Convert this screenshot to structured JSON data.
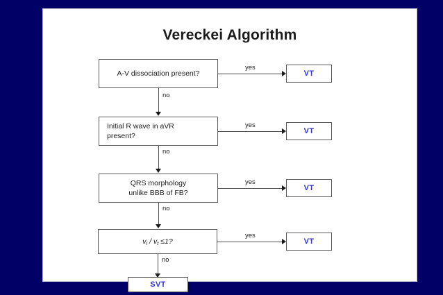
{
  "slide": {
    "background_color": "#000066",
    "canvas_color": "#ffffff",
    "title": "Vereckei Algorithm"
  },
  "chart_data": {
    "type": "diagram",
    "diagram_kind": "flowchart",
    "title": "Vereckei Algorithm",
    "orientation": "top-to-bottom",
    "decision_text_color": "#1a1a1a",
    "terminal_text_color": "#3333cc",
    "nodes": [
      {
        "id": "d1",
        "kind": "decision",
        "label": "A-V dissociation present?",
        "align": "center"
      },
      {
        "id": "d2",
        "kind": "decision",
        "label": "Initial R wave in aVR present?",
        "align": "left",
        "lines": [
          "Initial R wave in aVR",
          "present?"
        ]
      },
      {
        "id": "d3",
        "kind": "decision",
        "label": "QRS morphology unlike BBB of FB?",
        "align": "center",
        "lines": [
          "QRS morphology",
          "unlike BBB of FB?"
        ]
      },
      {
        "id": "d4",
        "kind": "decision",
        "label": "vi / vt ≤1?",
        "align": "center",
        "numerator": "v",
        "numerator_sub": "i",
        "denominator": "v",
        "denominator_sub": "t",
        "comparator": "≤1?"
      },
      {
        "id": "t1",
        "kind": "terminal",
        "label": "VT"
      },
      {
        "id": "t2",
        "kind": "terminal",
        "label": "VT"
      },
      {
        "id": "t3",
        "kind": "terminal",
        "label": "VT"
      },
      {
        "id": "t4",
        "kind": "terminal",
        "label": "VT"
      },
      {
        "id": "t5",
        "kind": "terminal",
        "label": "SVT"
      }
    ],
    "edges": [
      {
        "from": "d1",
        "to": "t1",
        "label": "yes",
        "direction": "right"
      },
      {
        "from": "d1",
        "to": "d2",
        "label": "no",
        "direction": "down"
      },
      {
        "from": "d2",
        "to": "t2",
        "label": "yes",
        "direction": "right"
      },
      {
        "from": "d2",
        "to": "d3",
        "label": "no",
        "direction": "down"
      },
      {
        "from": "d3",
        "to": "t3",
        "label": "yes",
        "direction": "right"
      },
      {
        "from": "d3",
        "to": "d4",
        "label": "no",
        "direction": "down"
      },
      {
        "from": "d4",
        "to": "t4",
        "label": "yes",
        "direction": "right"
      },
      {
        "from": "d4",
        "to": "t5",
        "label": "no",
        "direction": "down"
      }
    ]
  }
}
